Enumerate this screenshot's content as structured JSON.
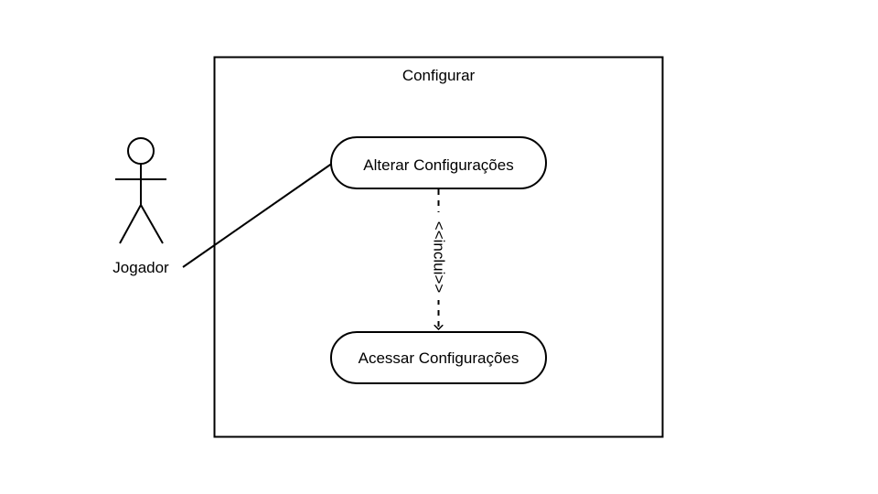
{
  "system": {
    "title": "Configurar"
  },
  "actor": {
    "name": "Jogador"
  },
  "use_cases": [
    {
      "label": "Alterar Configurações"
    },
    {
      "label": "Acessar Configurações"
    }
  ],
  "relationship": {
    "label": "<<inclui>>"
  },
  "colors": {
    "stroke": "#000000",
    "background": "#ffffff"
  }
}
